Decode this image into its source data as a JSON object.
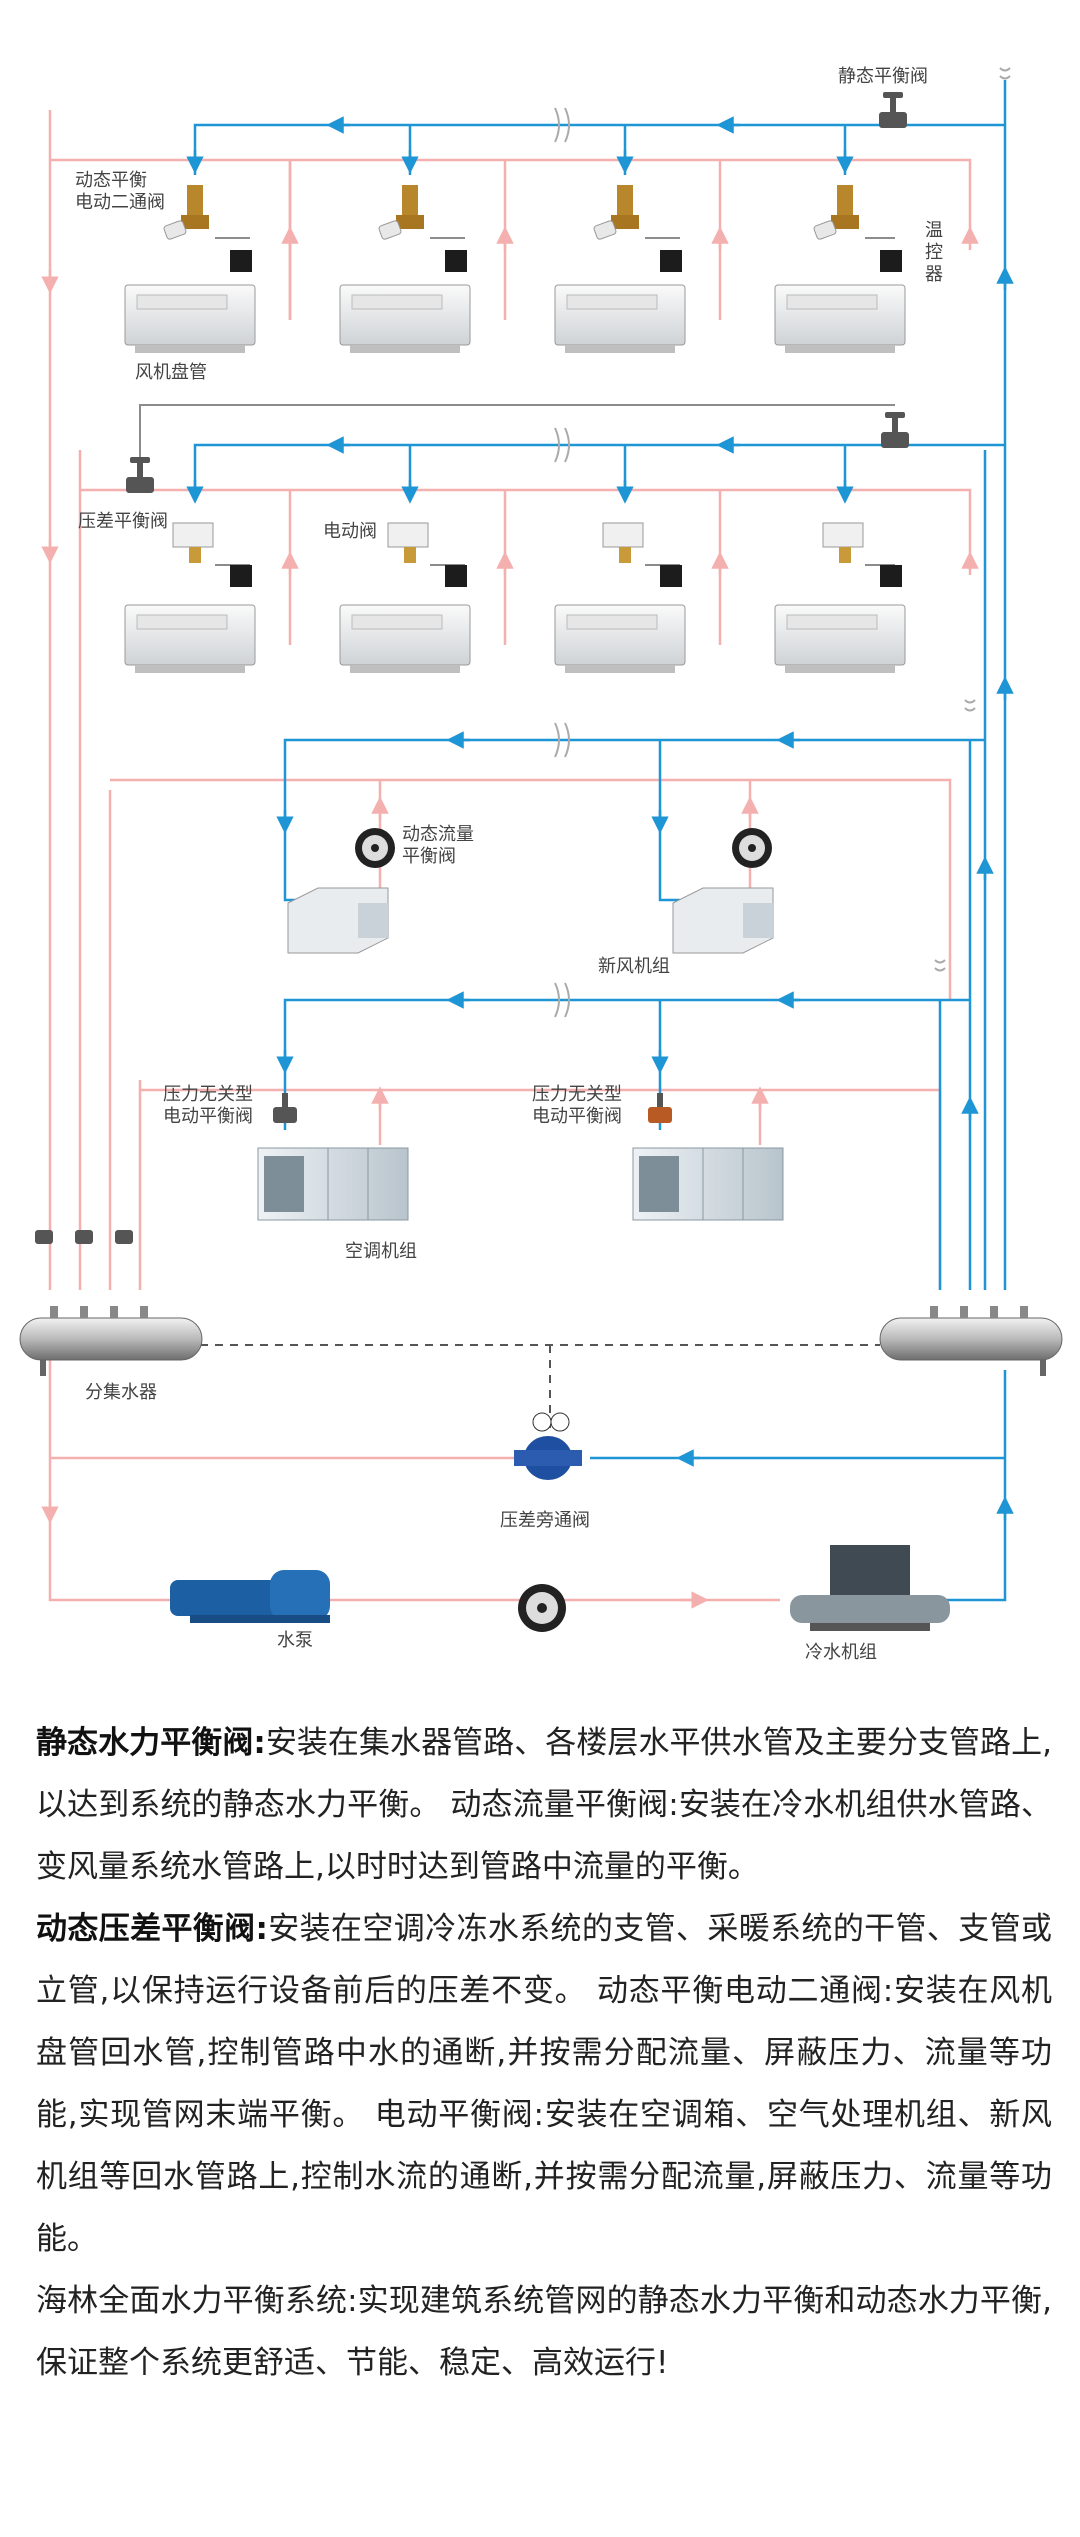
{
  "colors": {
    "supply_pipe": "#1e95d4",
    "return_pipe": "#f3b0ae",
    "signal_line": "#8c8c8c",
    "text": "#222222"
  },
  "diagram_labels": {
    "static_balance_valve": "静态平衡阀",
    "dynamic_balance_valve": "动态平衡\n电动二通阀",
    "fan_coil": "风机盘管",
    "thermostat": "温\n控\n器",
    "diff_pressure_valve": "压差平衡阀",
    "electric_valve": "电动阀",
    "dynamic_flow_valve": "动态流量\n平衡阀",
    "fresh_air_unit": "新风机组",
    "pressure_indep_valve_1": "压力无关型\n电动平衡阀",
    "pressure_indep_valve_2": "压力无关型\n电动平衡阀",
    "ahu": "空调机组",
    "manifold": "分集水器",
    "bypass_valve": "压差旁通阀",
    "pump": "水泵",
    "chiller": "冷水机组"
  },
  "paragraphs": [
    {
      "bold": "静态水力平衡阀:",
      "text": "安装在集水器管路、各楼层水平供水管及主要分支管路上,以达到系统的静态水力平衡。 动态流量平衡阀:安装在冷水机组供水管路、变风量系统水管路上,以时时达到管路中流量的平衡。"
    },
    {
      "bold": "动态压差平衡阀:",
      "text": "安装在空调冷冻水系统的支管、采暖系统的干管、支管或立管,以保持运行设备前后的压差不变。 动态平衡电动二通阀:安装在风机盘管回水管,控制管路中水的通断,并按需分配流量、屏蔽压力、流量等功能,实现管网末端平衡。 电动平衡阀:安装在空调箱、空气处理机组、新风机组等回水管路上,控制水流的通断,并按需分配流量,屏蔽压力、流量等功能。"
    },
    {
      "bold": "",
      "text": "海林全面水力平衡系统:实现建筑系统管网的静态水力平衡和动态水力平衡,保证整个系统更舒适、节能、稳定、高效运行!"
    }
  ]
}
